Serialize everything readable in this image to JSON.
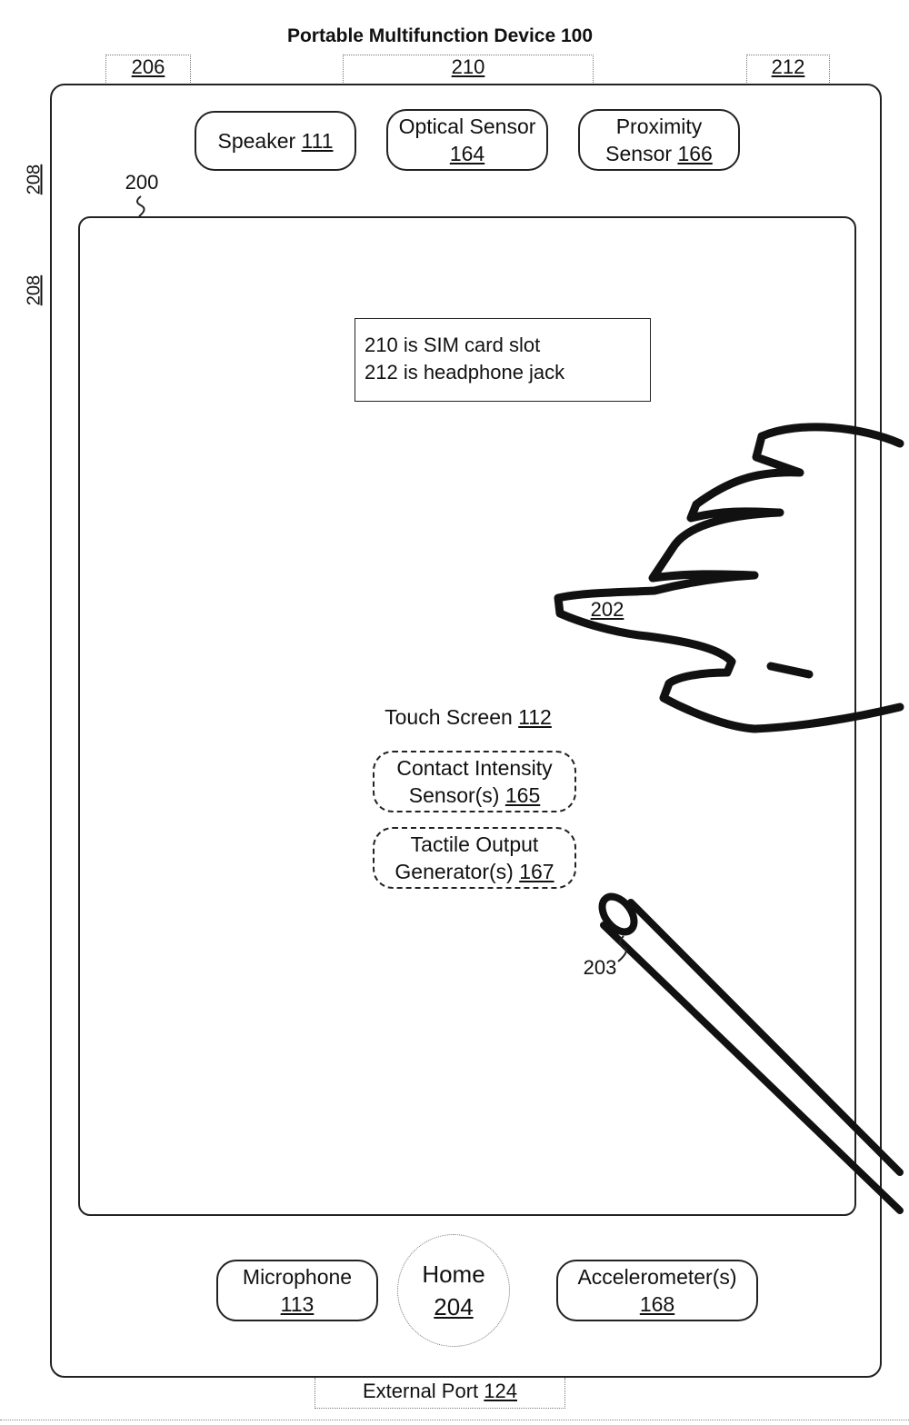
{
  "title": "Portable Multifunction Device 100",
  "top_labels": {
    "l206": "206",
    "l210": "210",
    "l212": "212"
  },
  "side_labels": {
    "top": "208",
    "bottom": "208"
  },
  "ref_200": "200",
  "sensors": {
    "speaker": {
      "name": "Speaker",
      "num": "111"
    },
    "optical": {
      "name": "Optical Sensor",
      "num": "164"
    },
    "proximity": {
      "name1": "Proximity",
      "name2": "Sensor",
      "num": "166"
    }
  },
  "note": {
    "line1": "210 is SIM card slot",
    "line2": "212 is headphone jack"
  },
  "finger_label": "202",
  "touch_screen": {
    "name": "Touch Screen",
    "num": "112"
  },
  "contact_sensor": {
    "line1": "Contact Intensity",
    "line2": "Sensor(s)",
    "num": "165"
  },
  "tactile": {
    "line1": "Tactile Output",
    "line2": "Generator(s)",
    "num": "167"
  },
  "stylus_label": "203",
  "bottom": {
    "microphone": {
      "name": "Microphone",
      "num": "113"
    },
    "home": {
      "name": "Home",
      "num": "204"
    },
    "accelerometer": {
      "name": "Accelerometer(s)",
      "num": "168"
    }
  },
  "external_port": {
    "name": "External Port",
    "num": "124"
  }
}
